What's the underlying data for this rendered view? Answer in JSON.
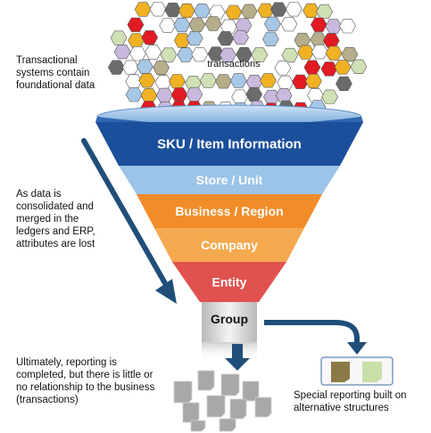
{
  "notes": {
    "top_left": "Transactional systems contain foundational data",
    "middle_left": "As data is consolidated and merged in the ledgers and ERP, attributes are lost",
    "bottom_left": "Ultimately, reporting is completed, but there is little or no relationship to the business (transactions)",
    "bottom_right": "Special reporting built on alternative structures"
  },
  "transactions_label": "transactions",
  "funnel_stages": [
    {
      "label": "SKU / Item Information",
      "color": "#1b4f9c"
    },
    {
      "label": "Store / Unit",
      "color": "#9cc3e8"
    },
    {
      "label": "Business / Region",
      "color": "#f28c28"
    },
    {
      "label": "Company",
      "color": "#f5a94e"
    },
    {
      "label": "Entity",
      "color": "#e0524e"
    }
  ],
  "output_label": "Group",
  "colors": {
    "arrow": "#1f4e79",
    "hex_palette": [
      "#e21a22",
      "#f0b223",
      "#b6ad8a",
      "#a7c7e7",
      "#c9b9de",
      "#cfe0b5",
      "#6b6b6b",
      "#ffffff"
    ],
    "alt_box_1": "#8b7a45",
    "alt_box_2": "#c8e0a8"
  }
}
